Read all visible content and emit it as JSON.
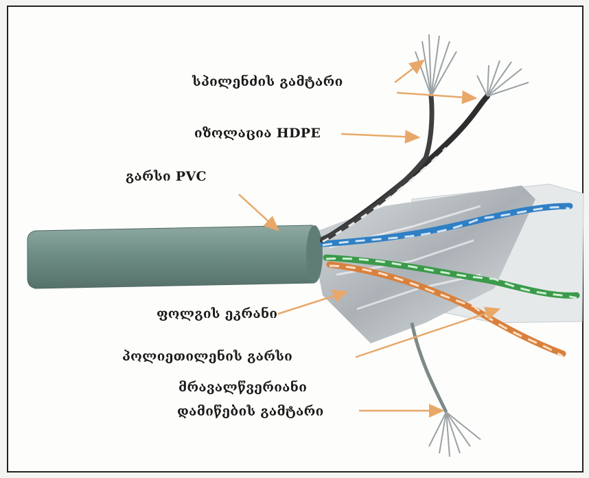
{
  "labels": {
    "copper_conductor": "სპილენძის გამტარი",
    "insulation": "იზოლაცია HDPE",
    "sheath": "გარსი PVC",
    "foil_shield": "ფოლგის ეკრანი",
    "polyethylene_jacket": "პოლიეთილენის  გარსი",
    "drain_wire_line1": "მრავალწვერიანი",
    "drain_wire_line2": "დამიწების გამტარი"
  },
  "colors": {
    "arrow": "#e8a86a",
    "jacket": "#6f8e86",
    "foil": "#c9cdd0",
    "inner_sheet": "#e6e9ea",
    "pair_blue": "#2f7fc4",
    "pair_green": "#3a9a4a",
    "pair_orange": "#d9803c",
    "pair_brown": "#3a3a3a"
  }
}
